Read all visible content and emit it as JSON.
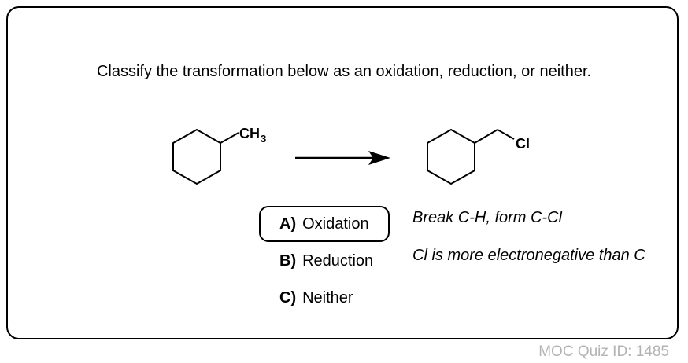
{
  "question": "Classify the transformation below as an oxidation, reduction, or neither.",
  "reactant": {
    "substituent_label": "CH",
    "substituent_subscript": "3"
  },
  "product": {
    "substituent_label": "Cl"
  },
  "options": [
    {
      "letter": "A)",
      "text": "Oxidation",
      "selected": true
    },
    {
      "letter": "B)",
      "text": "Reduction",
      "selected": false
    },
    {
      "letter": "C)",
      "text": "Neither",
      "selected": false
    }
  ],
  "explanations": [
    "Break C-H, form C-Cl",
    "Cl is more electronegative than C"
  ],
  "quiz_id": "MOC Quiz ID: 1485"
}
